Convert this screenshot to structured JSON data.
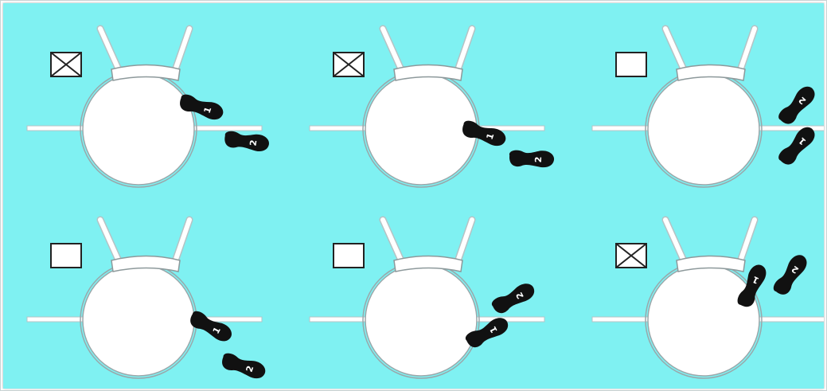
{
  "colors": {
    "background": "#7ff1f2",
    "drum_fill": "#ffffff",
    "drum_stroke": "#9aa7aa",
    "footprint": "#111111",
    "footprint_label": "#ffffff",
    "checkbox_stroke": "#222222"
  },
  "icons": {
    "checkbox_marked": "x-box-icon",
    "checkbox_empty": "empty-box-icon",
    "footprint": "shoe-print-icon"
  },
  "scenarios": [
    {
      "id": "top-left",
      "marked": true,
      "footprints": [
        {
          "label": "1"
        },
        {
          "label": "2"
        }
      ]
    },
    {
      "id": "top-middle",
      "marked": true,
      "footprints": [
        {
          "label": "1"
        },
        {
          "label": "2"
        }
      ]
    },
    {
      "id": "top-right",
      "marked": false,
      "footprints": [
        {
          "label": "2"
        },
        {
          "label": "1"
        }
      ]
    },
    {
      "id": "bottom-left",
      "marked": false,
      "footprints": [
        {
          "label": "1"
        },
        {
          "label": "2"
        }
      ]
    },
    {
      "id": "bottom-middle",
      "marked": false,
      "footprints": [
        {
          "label": "2"
        },
        {
          "label": "1"
        }
      ]
    },
    {
      "id": "bottom-right",
      "marked": true,
      "footprints": [
        {
          "label": "1"
        },
        {
          "label": "2"
        }
      ]
    }
  ]
}
